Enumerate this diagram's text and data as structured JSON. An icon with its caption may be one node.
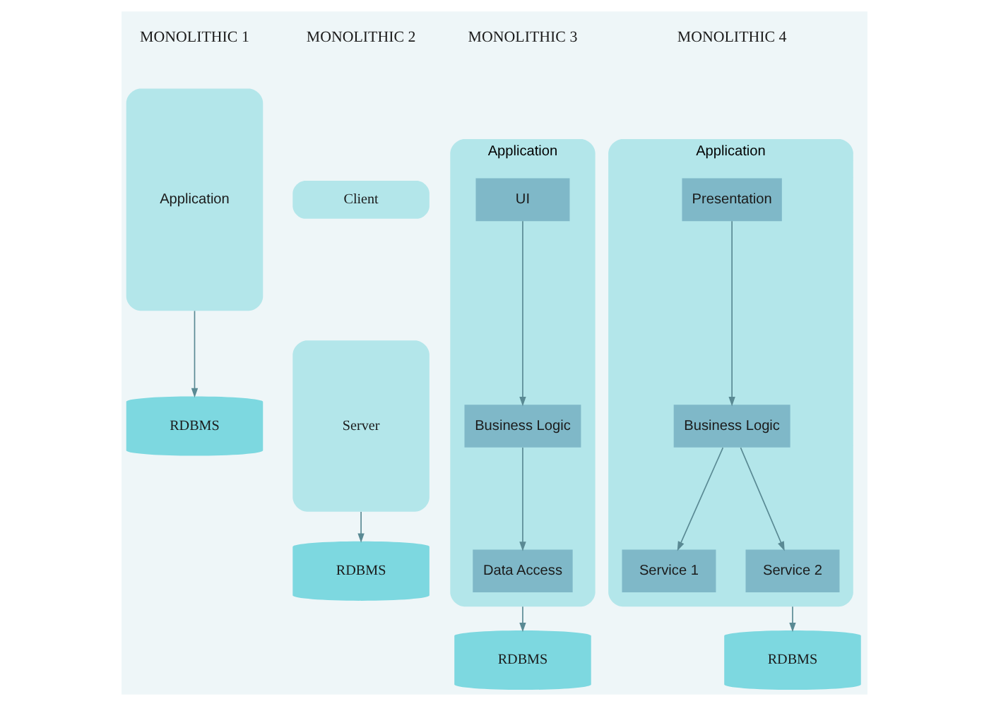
{
  "diagram": {
    "nodes": [
      {
        "text": [
          "Application"
        ]
      },
      {
        "text": [
          "RDBMS"
        ]
      },
      {
        "text": [
          "Client"
        ]
      },
      {
        "text": [
          "Server"
        ]
      },
      {
        "text": [
          "RDBMS"
        ]
      },
      {
        "text": [
          "Application"
        ]
      },
      {
        "text": [
          "UI"
        ],
        "in": 5
      },
      {
        "text": [
          "Business Logic"
        ],
        "in": 5
      },
      {
        "text": [
          "Data Access"
        ],
        "in": 5
      },
      {
        "text": [
          "RDBMS"
        ]
      },
      {
        "text": [
          "Application"
        ]
      },
      {
        "text": [
          "Presentation"
        ],
        "in": 10
      },
      {
        "text": [
          "Business Logic"
        ],
        "in": 10
      },
      {
        "text": [
          "Service 1"
        ],
        "in": 10
      },
      {
        "text": [
          "Service 2"
        ],
        "in": 10
      },
      {
        "text": [
          "RDBMS"
        ]
      }
    ],
    "edges": [
      {
        "from": 0,
        "to": 1,
        "arrow": "to"
      },
      {
        "from": 3,
        "to": 4,
        "arrow": "to"
      },
      {
        "from": 6,
        "to": 7,
        "arrow": "to"
      },
      {
        "from": 7,
        "to": 8,
        "arrow": "to"
      },
      {
        "from": 5,
        "to": 9,
        "arrow": "to"
      },
      {
        "from": 11,
        "to": 12,
        "arrow": "to"
      },
      {
        "from": 12,
        "to": 13,
        "arrow": "to"
      },
      {
        "from": 12,
        "to": 14,
        "arrow": "to"
      },
      {
        "from": 10,
        "to": 15,
        "arrow": "to"
      }
    ],
    "labels": [
      "MONOLITHIC 1",
      "MONOLITHIC 2",
      "MONOLITHIC 3",
      "MONOLITHIC 4"
    ]
  }
}
